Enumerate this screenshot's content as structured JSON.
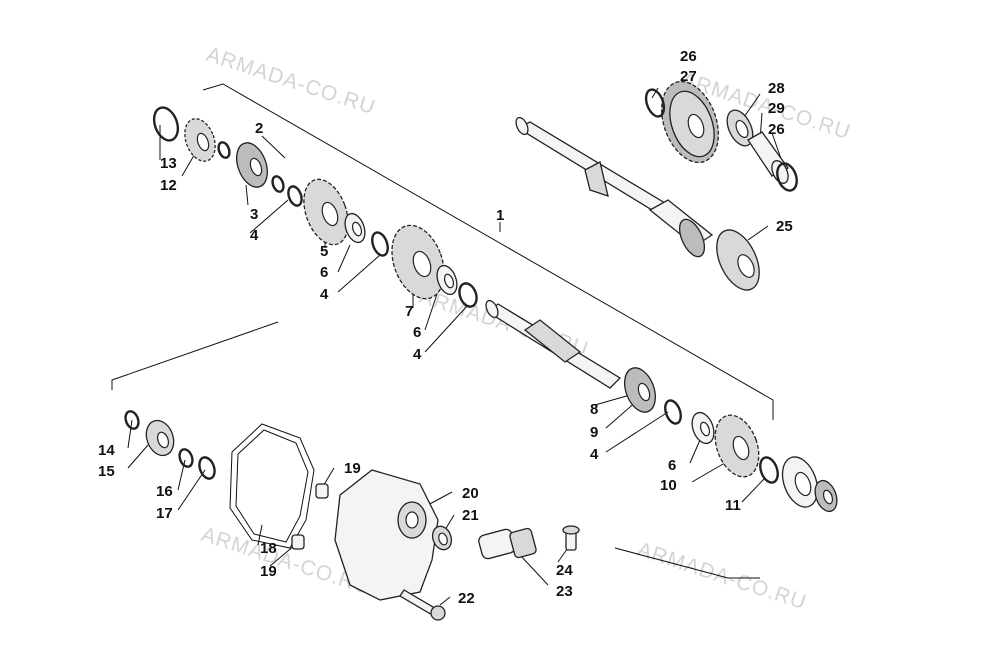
{
  "watermark": {
    "text": "ARMADA-CO.RU",
    "color": "#d4d4d4"
  },
  "callouts": [
    "1",
    "2",
    "3",
    "4",
    "5",
    "6",
    "7",
    "8",
    "9",
    "10",
    "11",
    "12",
    "13",
    "14",
    "15",
    "16",
    "17",
    "18",
    "19",
    "20",
    "21",
    "22",
    "23",
    "24",
    "25",
    "26",
    "27",
    "28",
    "29"
  ],
  "label_color": "#111111"
}
